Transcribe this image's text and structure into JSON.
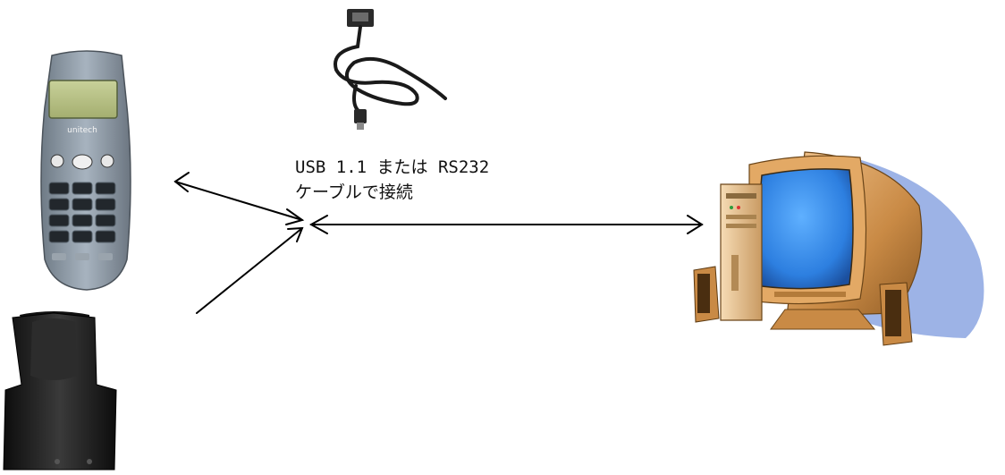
{
  "caption": {
    "line1": "USB 1.1 または RS232",
    "line2": "ケーブルで接続"
  },
  "scanner": {
    "brand_text": "unitech"
  },
  "colors": {
    "arrow": "#000000",
    "scanner_body": "#8e9aa6",
    "scanner_screen": "#b9c38a",
    "keypad": "#1f2327",
    "cradle": "#1b1b1b",
    "monitor_case": "#d39a55",
    "monitor_screen": "#2f84e6",
    "shadow": "#9db3e6"
  }
}
